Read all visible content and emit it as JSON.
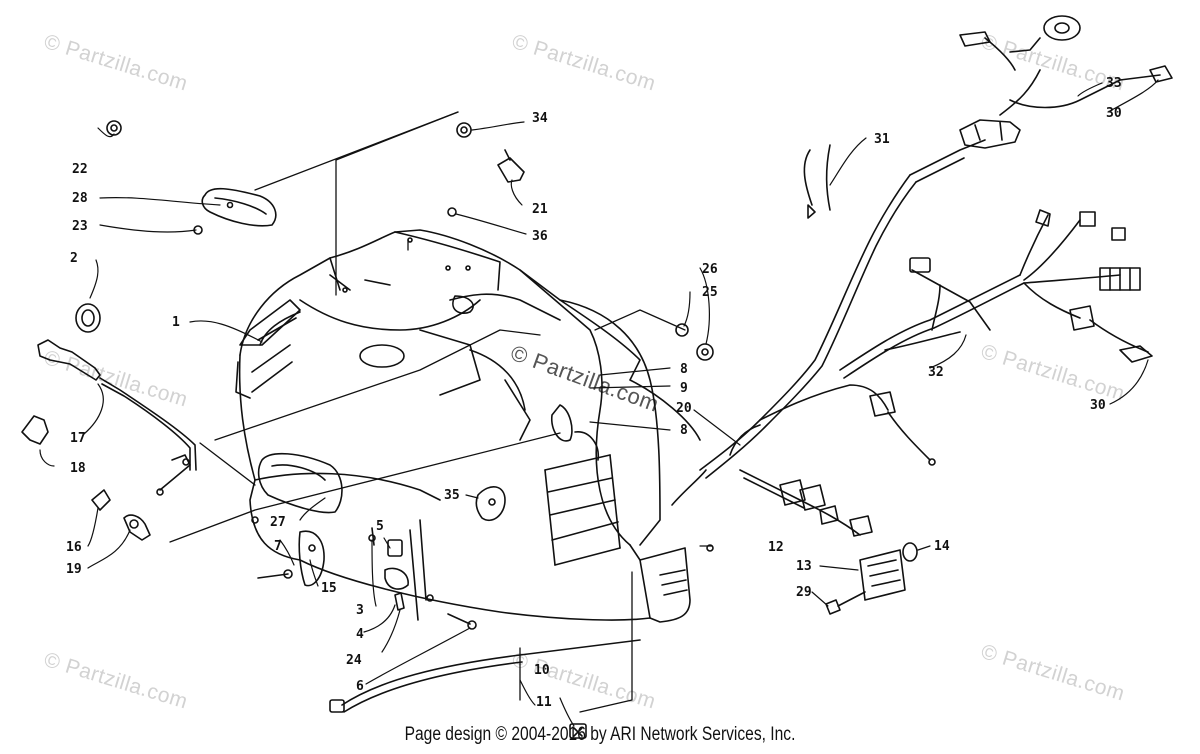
{
  "watermark": "© Partzilla.com",
  "footer": "Page design © 2004-2016 by ARI Network Services, Inc.",
  "callouts": {
    "c1": "1",
    "c2": "2",
    "c3": "3",
    "c4": "4",
    "c5": "5",
    "c6": "6",
    "c7": "7",
    "c8a": "8",
    "c8b": "8",
    "c9": "9",
    "c10": "10",
    "c11": "11",
    "c12": "12",
    "c13": "13",
    "c14": "14",
    "c15": "15",
    "c16": "16",
    "c17": "17",
    "c18": "18",
    "c19": "19",
    "c20": "20",
    "c21": "21",
    "c22": "22",
    "c23": "23",
    "c24": "24",
    "c25": "25",
    "c26": "26",
    "c27": "27",
    "c28": "28",
    "c29": "29",
    "c30a": "30",
    "c30b": "30",
    "c31": "31",
    "c32": "32",
    "c33": "33",
    "c34": "34",
    "c35": "35",
    "c36": "36"
  }
}
